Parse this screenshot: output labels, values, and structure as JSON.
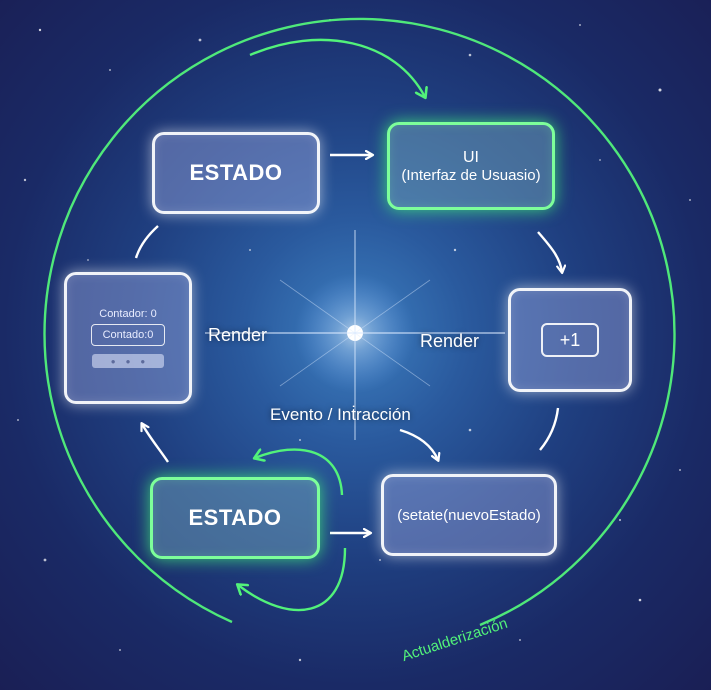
{
  "nodes": {
    "estado_top": "ESTADO",
    "ui_title": "UI",
    "ui_subtitle": "(Interfaz de Usuasio)",
    "plus_button": "+1",
    "setstate": "(setate(nuevoEstado)",
    "estado_bottom": "ESTADO",
    "preview_counter": "Contador: 0",
    "preview_counter_2": "Contado: ",
    "preview_counter_2_value": "0"
  },
  "labels": {
    "render_left": "Render",
    "render_right": "Render",
    "event": "Evento / Inṫracción",
    "update": "Actualderización"
  },
  "colors": {
    "green": "#52f27a",
    "white_arrow": "#ffffff"
  }
}
